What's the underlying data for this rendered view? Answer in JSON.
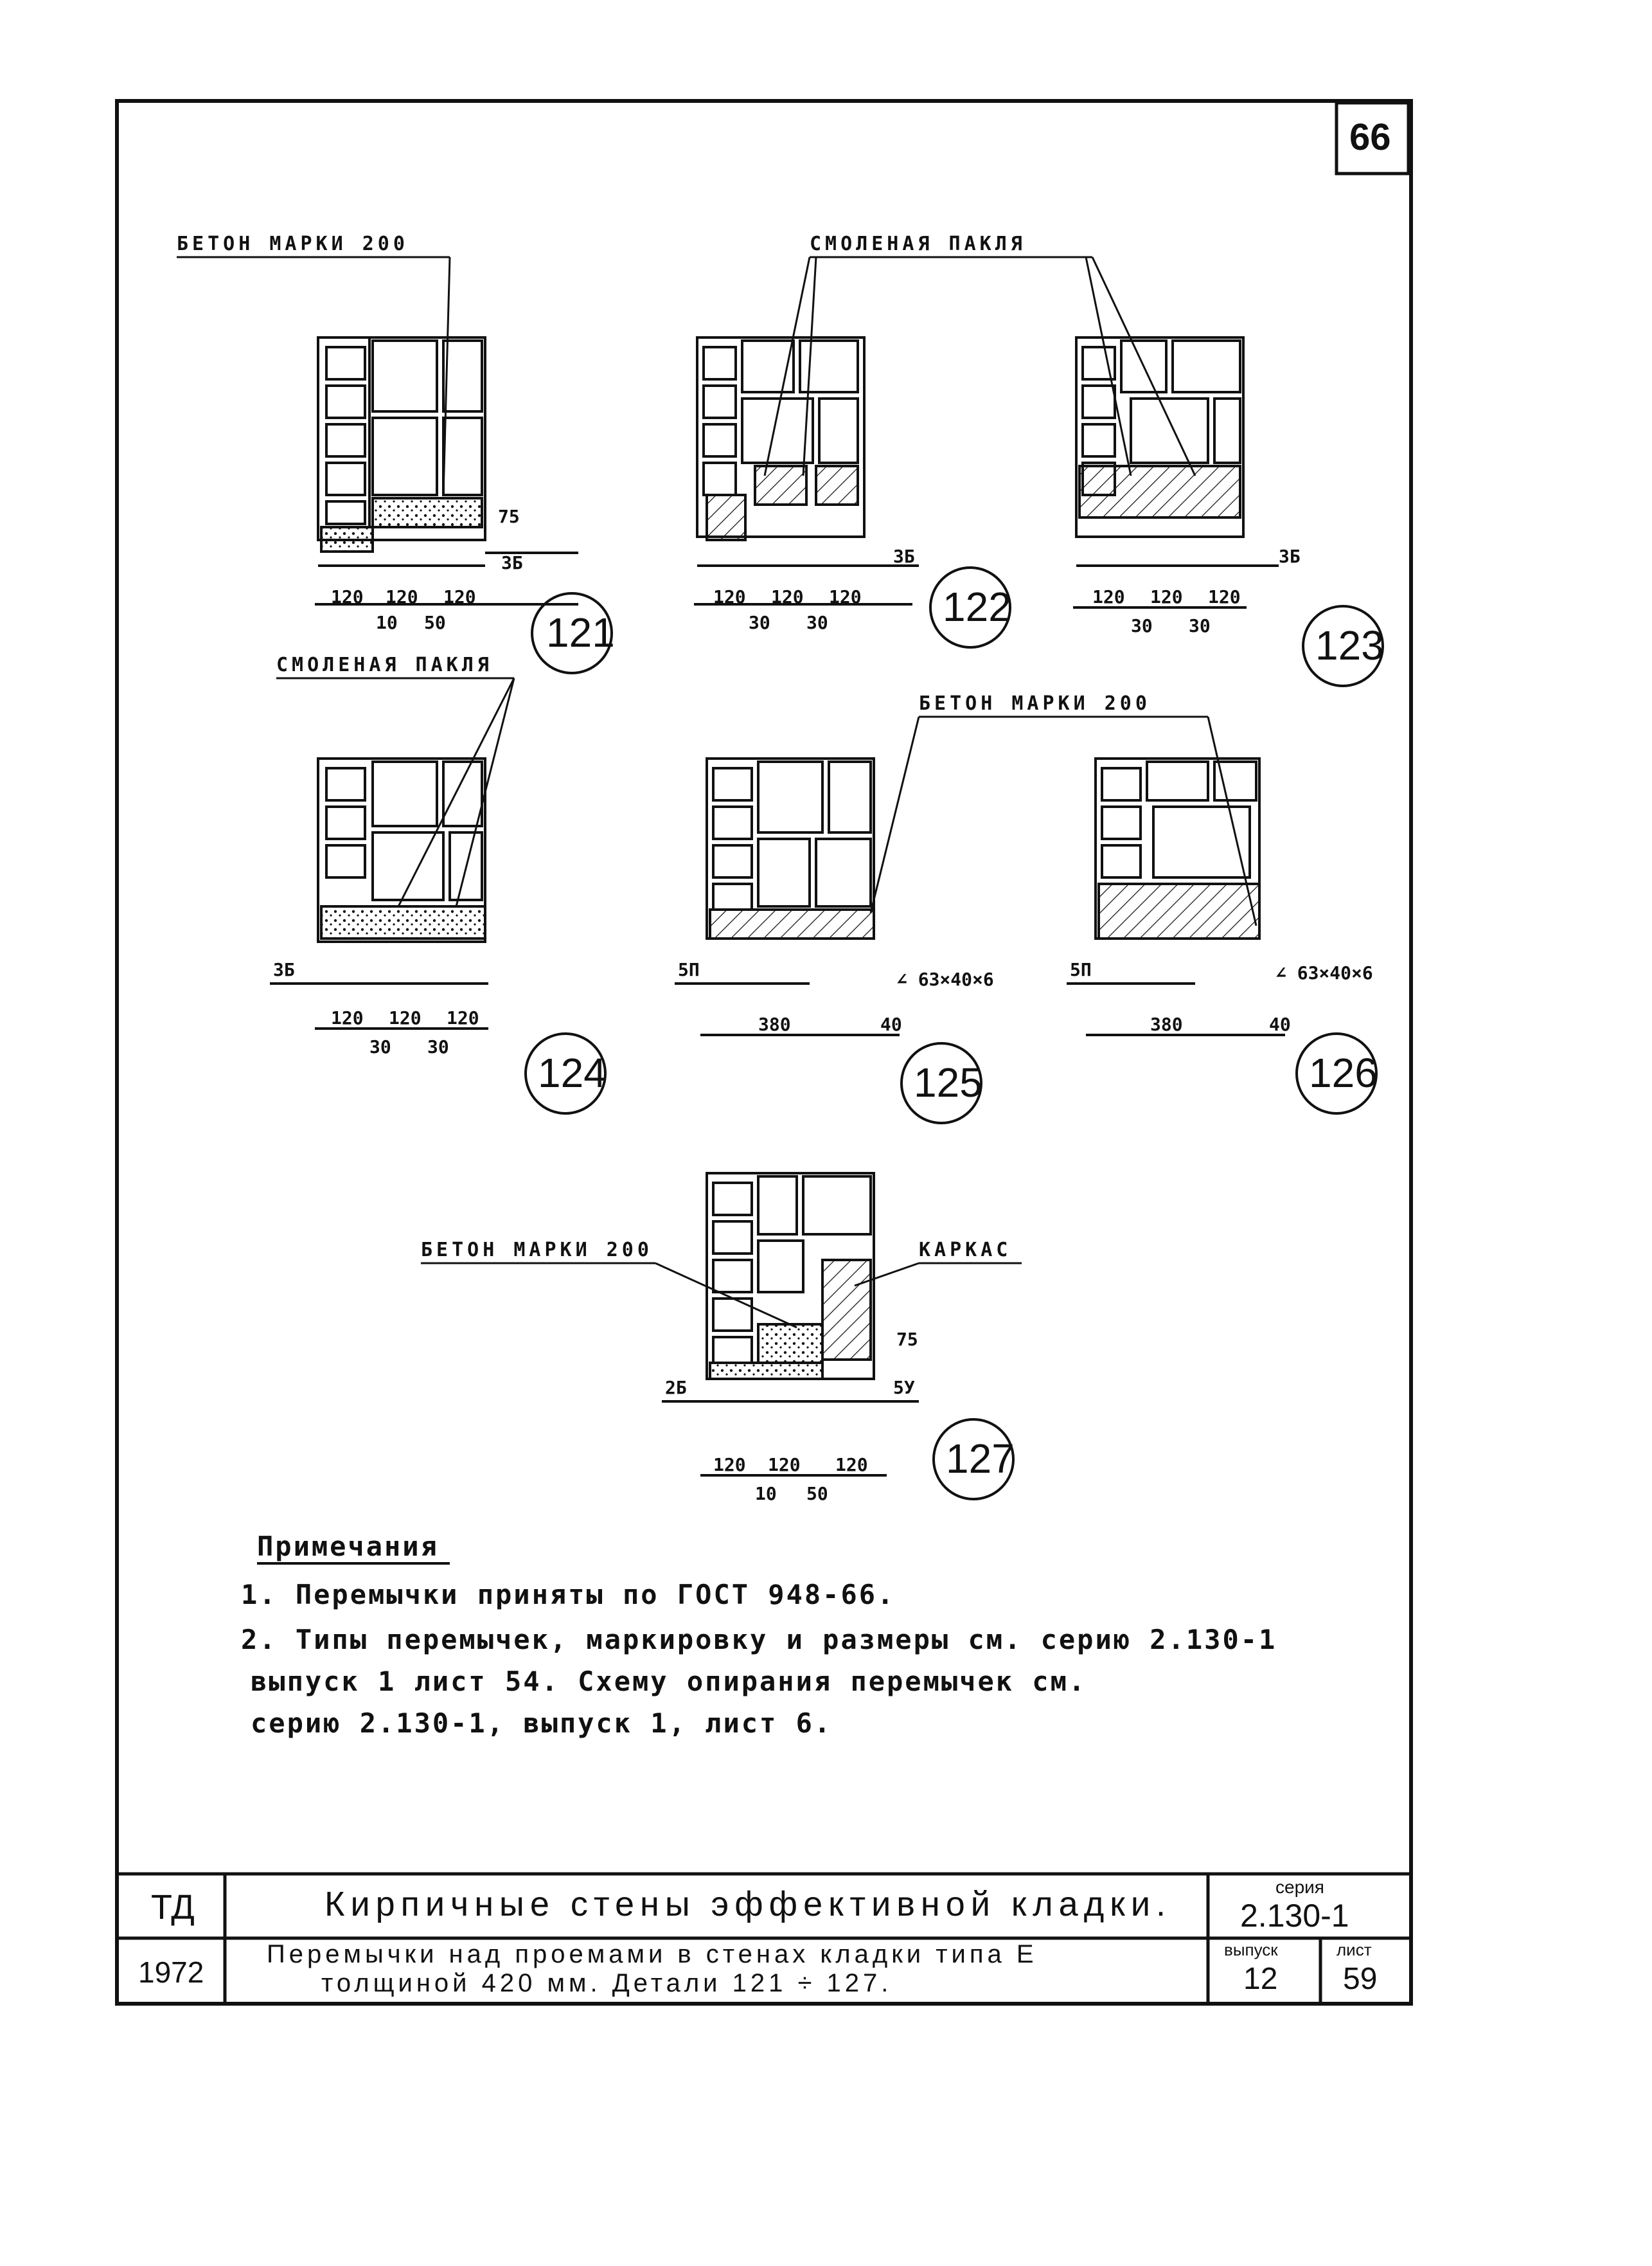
{
  "page_number": "66",
  "details": {
    "d121": "121",
    "d122": "122",
    "d123": "123",
    "d124": "124",
    "d125": "125",
    "d126": "126",
    "d127": "127"
  },
  "labels": {
    "beton_top": "БЕТОН МАРКИ 200",
    "pakla_top": "СМОЛЕНАЯ ПАКЛЯ",
    "pakla_mid": "СМОЛЕНАЯ ПАКЛЯ",
    "beton_mid": "БЕТОН МАРКИ 200",
    "beton_bottom": "БЕТОН МАРКИ 200",
    "karkas": "КАРКАС",
    "angle_125": "∠ 63×40×6",
    "angle_126": "∠ 63×40×6"
  },
  "marks": {
    "m121": "3Б",
    "m122": "3Б",
    "m123": "3Б",
    "m124": "3Б",
    "m125": "5П",
    "m126": "5П",
    "m127a": "2Б",
    "m127b": "5У"
  },
  "dims": {
    "d120": "120",
    "d10": "10",
    "d50": "50",
    "d30": "30",
    "d380": "380",
    "d40": "40",
    "d75": "75"
  },
  "notes": {
    "heading": "Примечания",
    "line1": "1. Перемычки приняты по ГОСТ 948-66.",
    "line2": "2. Типы перемычек, маркировку и размеры см. серию 2.130-1",
    "line3": "выпуск 1 лист 54. Схему опирания перемычек см.",
    "line4": "серию 2.130-1, выпуск 1, лист 6."
  },
  "title_block": {
    "td": "ТД",
    "year": "1972",
    "title1": "Кирпичные стены эффективной кладки.",
    "title2a": "Перемычки над проемами в стенах кладки типа Е",
    "title2b": "толщиной 420 мм. Детали 121 ÷ 127.",
    "series_label": "серия",
    "series": "2.130-1",
    "issue_label": "выпуск",
    "issue": "12",
    "sheet_label": "лист",
    "sheet": "59"
  }
}
